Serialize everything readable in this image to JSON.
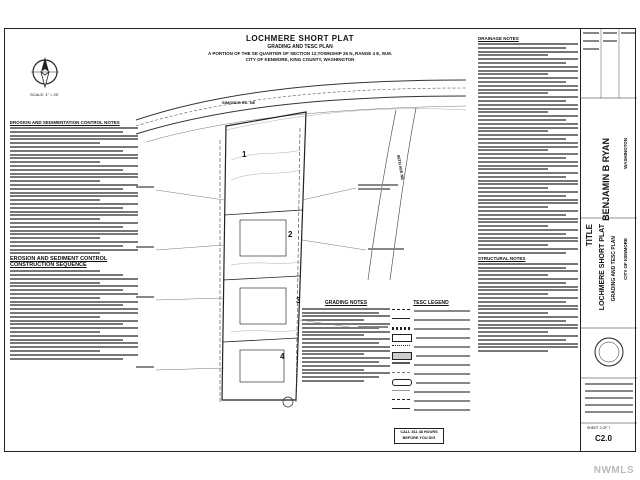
{
  "header": {
    "title": "LOCHMERE SHORT PLAT",
    "subtitle": "GRADING AND TESC PLAN",
    "location_line1": "A PORTION OF THE SE QUARTER OF SECTION 12,TOWNSHIP 26 N, RANGE 4 E, W.M.",
    "location_line2": "CITY OF KENMORE, KING COUNTY, WASHINGTON"
  },
  "scale": {
    "label": "SCALE: 1\" = 20'"
  },
  "left_notes": {
    "heading1": "EROSION AND SEDIMENTATION CONTROL NOTES",
    "heading2": "EROSION AND SEDIMENT CONTROL CONSTRUCTION SEQUENCE"
  },
  "plan": {
    "road_name": "SIMONDS RD. NE",
    "street_label": "86TH AVE NE",
    "lots": [
      "1",
      "2",
      "3",
      "4"
    ]
  },
  "grading_notes": {
    "heading": "GRADING NOTES"
  },
  "tesc_legend": {
    "heading": "TESC LEGEND"
  },
  "right_notes": {
    "heading1": "DRAINAGE NOTES",
    "heading2": "STRUCTURAL NOTES"
  },
  "title_block": {
    "firm": "BENJAMIN B RYAN",
    "sheet_title": "LOCHMERE SHORT PLAT",
    "sheet_subtitle": "GRADING AND TESC PLAN",
    "label_title": "TITLE",
    "city": "CITY OF KENMORE",
    "state": "WASHINGTON",
    "sheet_no": "C2.0",
    "sheet_of": "SHEET 2 OF 7"
  },
  "call_box": {
    "line1": "CALL 811 48 HOURS",
    "line2": "BEFORE YOU DIG"
  },
  "watermark": "NWMLS"
}
